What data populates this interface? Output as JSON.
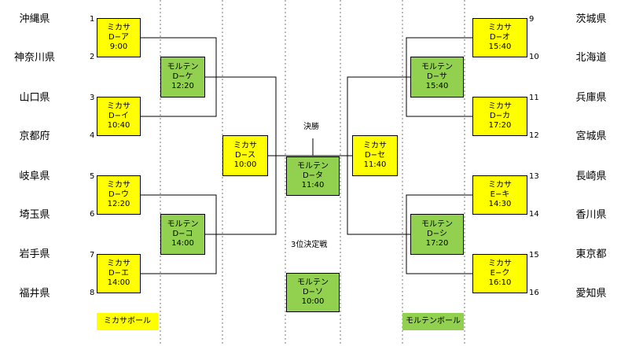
{
  "left_teams": [
    {
      "seed": "1",
      "name": "沖縄県"
    },
    {
      "seed": "2",
      "name": "神奈川県"
    },
    {
      "seed": "3",
      "name": "山口県"
    },
    {
      "seed": "4",
      "name": "京都府"
    },
    {
      "seed": "5",
      "name": "岐阜県"
    },
    {
      "seed": "6",
      "name": "埼玉県"
    },
    {
      "seed": "7",
      "name": "岩手県"
    },
    {
      "seed": "8",
      "name": "福井県"
    }
  ],
  "right_teams": [
    {
      "seed": "9",
      "name": "茨城県"
    },
    {
      "seed": "10",
      "name": "北海道"
    },
    {
      "seed": "11",
      "name": "兵庫県"
    },
    {
      "seed": "12",
      "name": "宮城県"
    },
    {
      "seed": "13",
      "name": "長崎県"
    },
    {
      "seed": "14",
      "name": "香川県"
    },
    {
      "seed": "15",
      "name": "東京都"
    },
    {
      "seed": "16",
      "name": "愛知県"
    }
  ],
  "matches": {
    "a": {
      "ball": "ミカサ",
      "court": "D−ア",
      "time": "9:00"
    },
    "i": {
      "ball": "ミカサ",
      "court": "D−イ",
      "time": "10:40"
    },
    "u": {
      "ball": "ミカサ",
      "court": "D−ウ",
      "time": "12:20"
    },
    "e": {
      "ball": "ミカサ",
      "court": "D−エ",
      "time": "14:00"
    },
    "ke": {
      "ball": "モルテン",
      "court": "D−ケ",
      "time": "12:20"
    },
    "ko": {
      "ball": "モルテン",
      "court": "D−コ",
      "time": "14:00"
    },
    "su": {
      "ball": "ミカサ",
      "court": "D−ス",
      "time": "10:00"
    },
    "ta": {
      "ball": "モルテン",
      "court": "D−タ",
      "time": "11:40"
    },
    "so": {
      "ball": "モルテン",
      "court": "D−ソ",
      "time": "10:00"
    },
    "se": {
      "ball": "ミカサ",
      "court": "D−セ",
      "time": "11:40"
    },
    "sa": {
      "ball": "モルテン",
      "court": "D−サ",
      "time": "15:40"
    },
    "shi": {
      "ball": "モルテン",
      "court": "D−シ",
      "time": "17:20"
    },
    "o": {
      "ball": "ミカサ",
      "court": "D−オ",
      "time": "15:40"
    },
    "ka": {
      "ball": "ミカサ",
      "court": "D−カ",
      "time": "17:20"
    },
    "ki": {
      "ball": "ミカサ",
      "court": "E−キ",
      "time": "14:30"
    },
    "ku": {
      "ball": "ミカサ",
      "court": "E−ク",
      "time": "16:10"
    }
  },
  "labels": {
    "final": "決勝",
    "third_place": "3位決定戦"
  },
  "legend": {
    "mikasa": "ミカサボール",
    "molten": "モルテンボール"
  },
  "colors": {
    "mikasa": "#ffff00",
    "molten": "#92d050"
  }
}
